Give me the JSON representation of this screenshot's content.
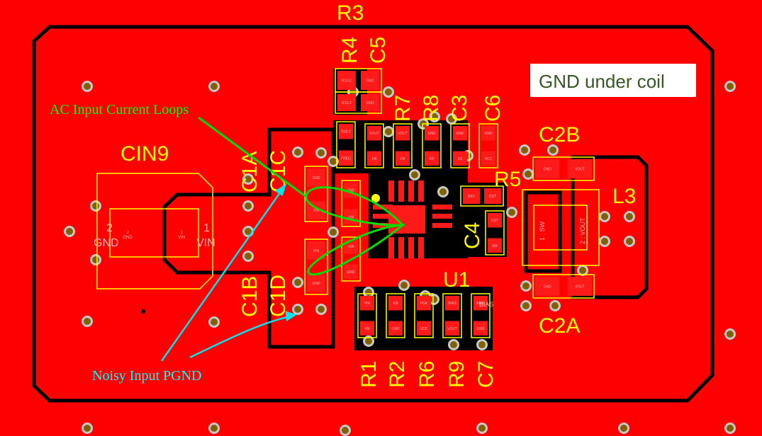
{
  "colors": {
    "board": "#ff0000",
    "copper_outline": "#000000",
    "silkscreen": "#ffff00",
    "via_ring": "#c0c0c0",
    "via_hole": "#806000",
    "loop_annotation": "#00ff00",
    "pgnd_annotation": "#00ffff"
  },
  "annotations": {
    "ac_loops": "AC Input Current Loops",
    "noisy_pgnd": "Noisy Input PGND",
    "gnd_coil": "GND under coil"
  },
  "refdes": {
    "R3": "R3",
    "R4": "R4",
    "C5": "C5",
    "R7": "R7",
    "R8": "R8",
    "C3": "C3",
    "C6": "C6",
    "CIN9": "CIN9",
    "C1A": "C1A",
    "C1C": "C1C",
    "C1B": "C1B",
    "C1D": "C1D",
    "R5": "R5",
    "L3": "L3",
    "C2B": "C2B",
    "C2A": "C2A",
    "C4": "C4",
    "U1": "U1",
    "R1": "R1",
    "R2": "R2",
    "R6": "R6",
    "R9": "R9",
    "C7": "C7"
  },
  "cin9": {
    "pad2_num": "2",
    "pad2_net": "GND",
    "pad1_num": "1",
    "pad1_net": "VIN",
    "inner2": "2",
    "inner2_net": "GND",
    "inner1": "1",
    "inner1_net": "VIN"
  },
  "l3": {
    "pad1": "1 : SW",
    "pad2": "2 : VOUT"
  },
  "bias_label": "BIAS",
  "components": [
    {
      "id": "R4",
      "pads": [
        "R10-2",
        "GND"
      ]
    },
    {
      "id": "C5",
      "pads": [
        "R10-2",
        "GND"
      ]
    },
    {
      "id": "R3",
      "pads": [
        "R10-2",
        "FREQ"
      ]
    },
    {
      "id": "R7",
      "pads": [
        "VOUT",
        "FB"
      ]
    },
    {
      "id": "R8",
      "pads": [
        "VOUT",
        "FB"
      ]
    },
    {
      "id": "C3",
      "pads": [
        "GND",
        "FB"
      ]
    },
    {
      "id": "C3b",
      "pads": [
        "GND",
        "SS"
      ]
    },
    {
      "id": "C6",
      "pads": [
        "GND",
        "VCC"
      ]
    },
    {
      "id": "C1A",
      "pads": [
        "GND",
        "VIN"
      ]
    },
    {
      "id": "C1C",
      "pads": [
        "GND",
        "VIN"
      ]
    },
    {
      "id": "C1B",
      "pads": [
        "VIN",
        "GND"
      ]
    },
    {
      "id": "C1D",
      "pads": [
        "VIN",
        "GND"
      ]
    },
    {
      "id": "R5",
      "pads": [
        "BST",
        "DST"
      ]
    },
    {
      "id": "C4",
      "pads": [
        "DST",
        "SW"
      ]
    },
    {
      "id": "R1",
      "pads": [
        "VIN",
        "EN"
      ]
    },
    {
      "id": "R2",
      "pads": [
        "EN",
        "GND"
      ]
    },
    {
      "id": "R6",
      "pads": [
        "PGK",
        "VCC"
      ]
    },
    {
      "id": "R9",
      "pads": [
        "BIAS",
        "VOUT"
      ]
    },
    {
      "id": "C7",
      "pads": [
        "BIAS",
        "GND"
      ]
    },
    {
      "id": "C2B",
      "pads": [
        "GND",
        "VOUT"
      ]
    },
    {
      "id": "C2A",
      "pads": [
        "GND",
        "VOUT"
      ]
    }
  ]
}
